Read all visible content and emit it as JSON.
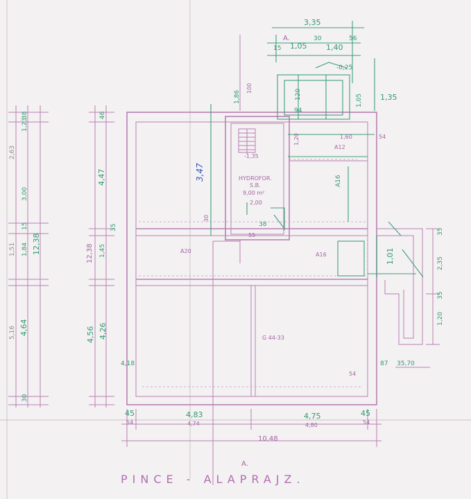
{
  "title": "PINCE - ALAPRAJZ.",
  "room": {
    "name": "HYDROFOR.",
    "code": "S.B.",
    "area": "9,00 m²",
    "level": "-1,35",
    "width": "2,00"
  },
  "labels": {
    "a20": "A20",
    "a16_wall": "A16",
    "a16_right": "A16",
    "a12": "A12",
    "g44": "G 44-33",
    "section_top": "A.",
    "section_bottom": "A."
  },
  "dimensions": {
    "top_335": "3,35",
    "top_105": "1,05",
    "top_30": "30",
    "top_140": "1,40",
    "top_56": "56",
    "top_15": "15",
    "minus_025": "-0,25",
    "right_135": "1,35",
    "v_105": "1,05",
    "v_100": "100",
    "v_186": "1,86",
    "v_120": "120",
    "v_126": "1,20",
    "w_160": "1,60",
    "w_54": "54",
    "w_94": "94",
    "w_38": "38",
    "w_55": "55",
    "w_30": "30",
    "left_263": "2,63",
    "left_300": "3,00",
    "left_123": "1,23",
    "left_038": "38",
    "left_015": "15",
    "left_151": "1,51",
    "left_184": "1,84",
    "left_1238": "12,38",
    "left_516": "5,16",
    "left_464": "4,64",
    "left_30": "30",
    "mid_447": "4,47",
    "mid_1238": "12,38",
    "mid_145": "1,45",
    "mid_456": "4,56",
    "mid_426": "4,26",
    "mid_46": "46",
    "mid_35": "35",
    "blue_347": "3,47",
    "right_235": "2,35",
    "right_120": "1,20",
    "right_101": "1,01",
    "right_35a": "35",
    "right_35b": "35",
    "right_87": "87",
    "right_3570": "35,70",
    "inner_54": "54",
    "b_45a": "45",
    "b_54a": "54",
    "b_483": "4,83",
    "b_474": "4,74",
    "b_475": "4,75",
    "b_480": "4,80",
    "b_45b": "45",
    "b_54b": "54",
    "b_1048": "10,48",
    "v_418": "4,18"
  }
}
